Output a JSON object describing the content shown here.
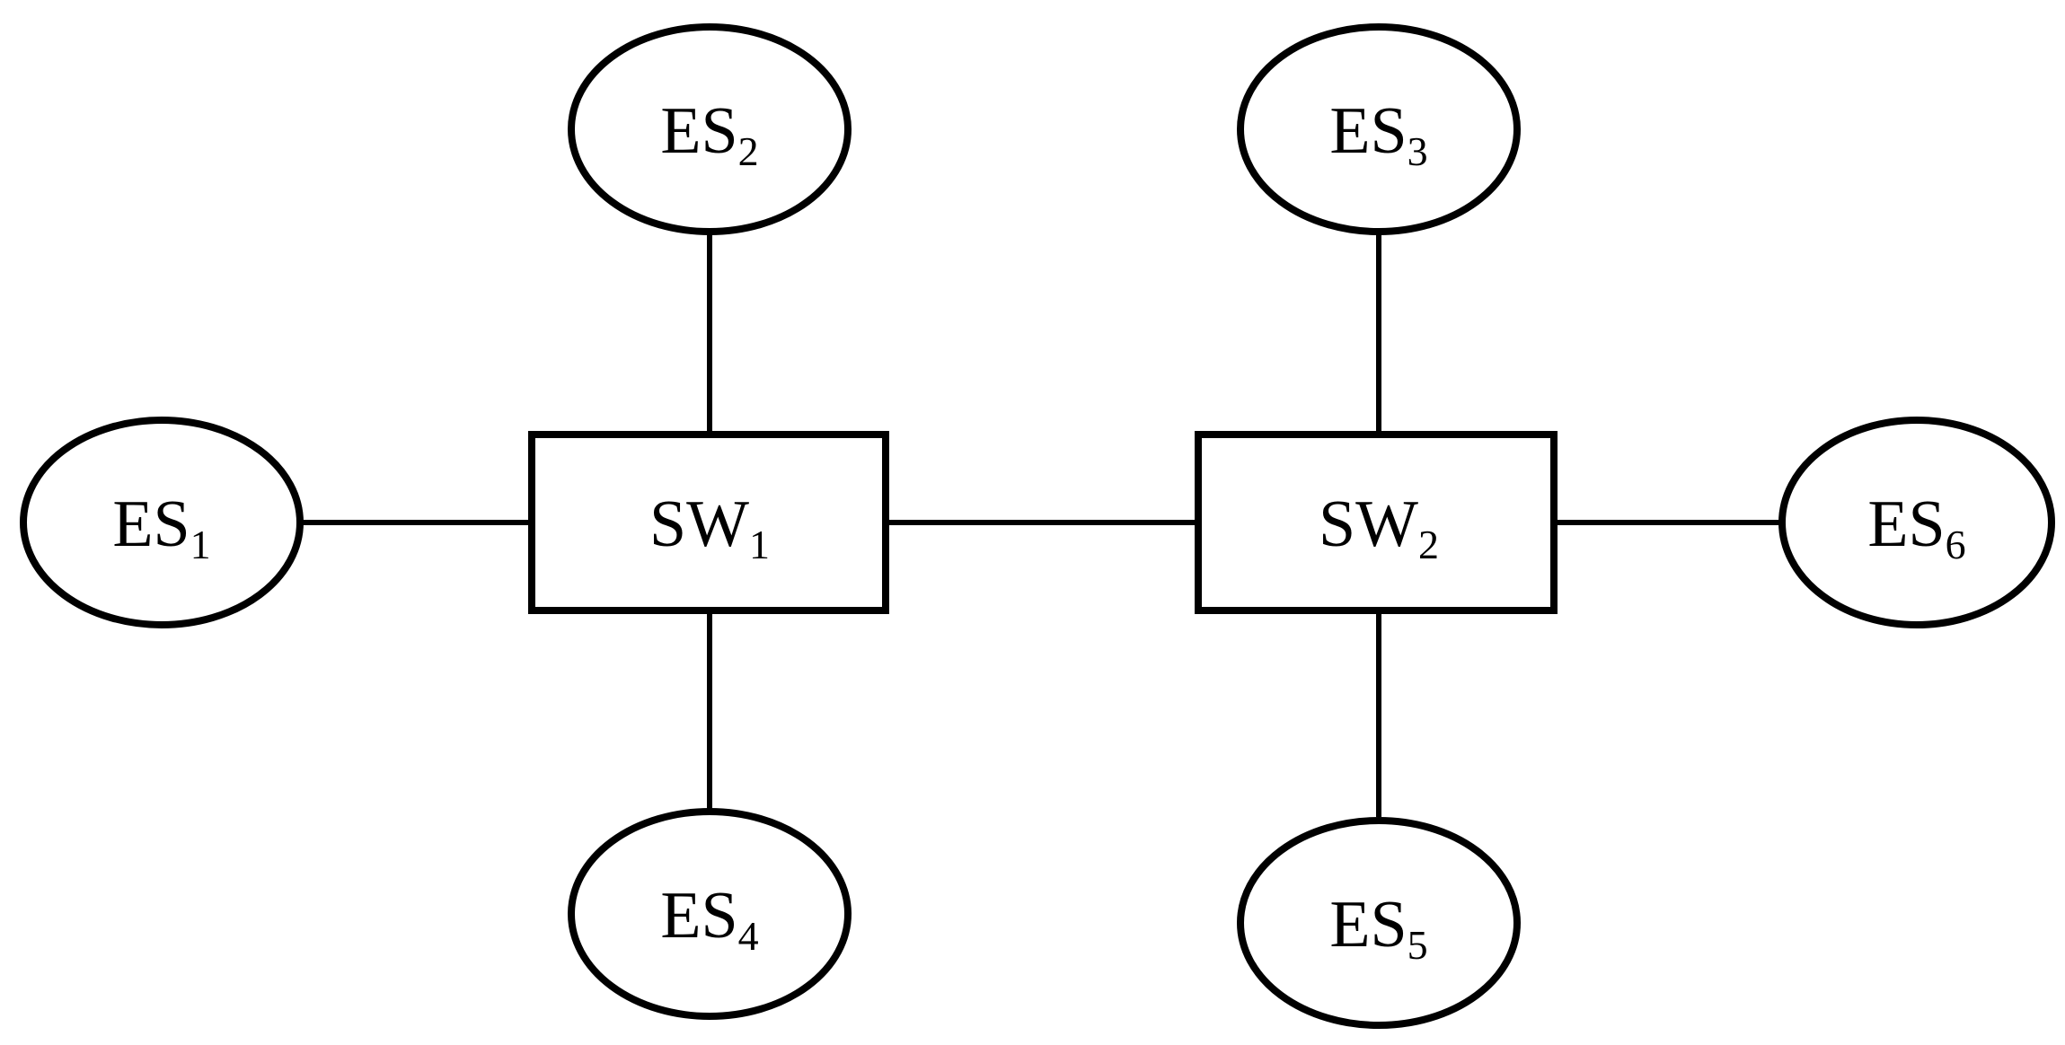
{
  "diagram": {
    "nodes": {
      "es1": {
        "base": "ES",
        "sub": "1"
      },
      "es2": {
        "base": "ES",
        "sub": "2"
      },
      "es3": {
        "base": "ES",
        "sub": "3"
      },
      "es4": {
        "base": "ES",
        "sub": "4"
      },
      "es5": {
        "base": "ES",
        "sub": "5"
      },
      "es6": {
        "base": "ES",
        "sub": "6"
      },
      "sw1": {
        "base": "SW",
        "sub": "1"
      },
      "sw2": {
        "base": "SW",
        "sub": "2"
      }
    },
    "links": [
      [
        "es1",
        "sw1"
      ],
      [
        "es2",
        "sw1"
      ],
      [
        "es4",
        "sw1"
      ],
      [
        "sw1",
        "sw2"
      ],
      [
        "es3",
        "sw2"
      ],
      [
        "es5",
        "sw2"
      ],
      [
        "es6",
        "sw2"
      ]
    ]
  }
}
